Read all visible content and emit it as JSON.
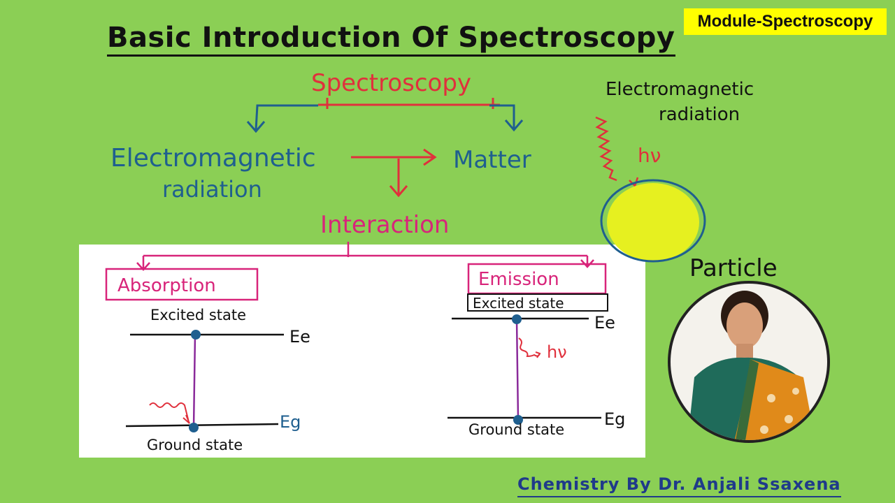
{
  "title": "Basic Introduction Of Spectroscopy",
  "module_badge": "Module-Spectroscopy",
  "footer": "Chemistry By Dr. Anjali Ssaxena",
  "colors": {
    "background": "#8bcf55",
    "panel": "#ffffff",
    "red": "#e0303c",
    "blue": "#1f5f8f",
    "pink": "#d8247a",
    "purple": "#8a2a9a",
    "black": "#111111",
    "particle": "#e6f020",
    "badge": "#ffff00"
  },
  "top_diagram": {
    "root": "Spectroscopy",
    "left_node": [
      "Electromagnetic",
      "radiation"
    ],
    "right_node": "Matter",
    "bottom_node": "Interaction"
  },
  "side_note": {
    "label": [
      "Electromagnetic",
      "radiation"
    ],
    "energy": "hν",
    "particle_label": "Particle"
  },
  "absorption": {
    "heading": "Absorption",
    "excited_label": "Excited state",
    "ground_label": "Ground state",
    "upper_level": "Ee",
    "lower_level": "Eg"
  },
  "emission": {
    "heading": "Emission",
    "excited_label": "Excited state",
    "ground_label": "Ground state",
    "upper_level": "Ee",
    "lower_level": "Eg",
    "energy": "hν"
  }
}
